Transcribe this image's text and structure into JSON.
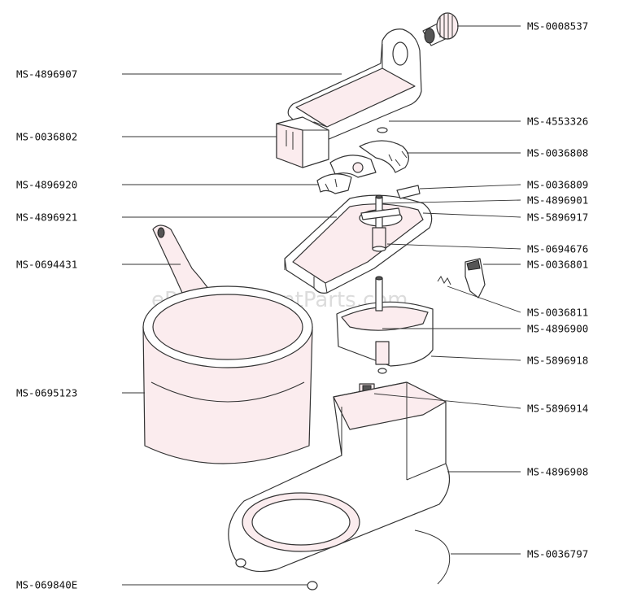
{
  "watermark": "eReplacementParts.com",
  "colors": {
    "part_fill": "#fbecee",
    "outline": "#333333",
    "label": "#111111"
  },
  "callouts": [
    {
      "id": "c1",
      "label": "MS-0008537",
      "side": "right"
    },
    {
      "id": "c2",
      "label": "MS-4896907",
      "side": "left"
    },
    {
      "id": "c3",
      "label": "MS-4553326",
      "side": "right"
    },
    {
      "id": "c4",
      "label": "MS-0036802",
      "side": "left"
    },
    {
      "id": "c5",
      "label": "MS-0036808",
      "side": "right"
    },
    {
      "id": "c6",
      "label": "MS-4896920",
      "side": "left"
    },
    {
      "id": "c7",
      "label": "MS-0036809",
      "side": "right"
    },
    {
      "id": "c8",
      "label": "MS-4896901",
      "side": "right"
    },
    {
      "id": "c9",
      "label": "MS-4896921",
      "side": "left"
    },
    {
      "id": "c10",
      "label": "MS-5896917",
      "side": "right"
    },
    {
      "id": "c11",
      "label": "MS-0694676",
      "side": "right"
    },
    {
      "id": "c12",
      "label": "MS-0694431",
      "side": "left"
    },
    {
      "id": "c13",
      "label": "MS-0036801",
      "side": "right"
    },
    {
      "id": "c14",
      "label": "MS-0036811",
      "side": "right"
    },
    {
      "id": "c15",
      "label": "MS-4896900",
      "side": "right"
    },
    {
      "id": "c16",
      "label": "MS-5896918",
      "side": "right"
    },
    {
      "id": "c17",
      "label": "MS-0695123",
      "side": "left"
    },
    {
      "id": "c18",
      "label": "MS-5896914",
      "side": "right"
    },
    {
      "id": "c19",
      "label": "MS-4896908",
      "side": "right"
    },
    {
      "id": "c20",
      "label": "MS-0036797",
      "side": "right"
    },
    {
      "id": "c21",
      "label": "MS-069840E",
      "side": "left"
    }
  ]
}
